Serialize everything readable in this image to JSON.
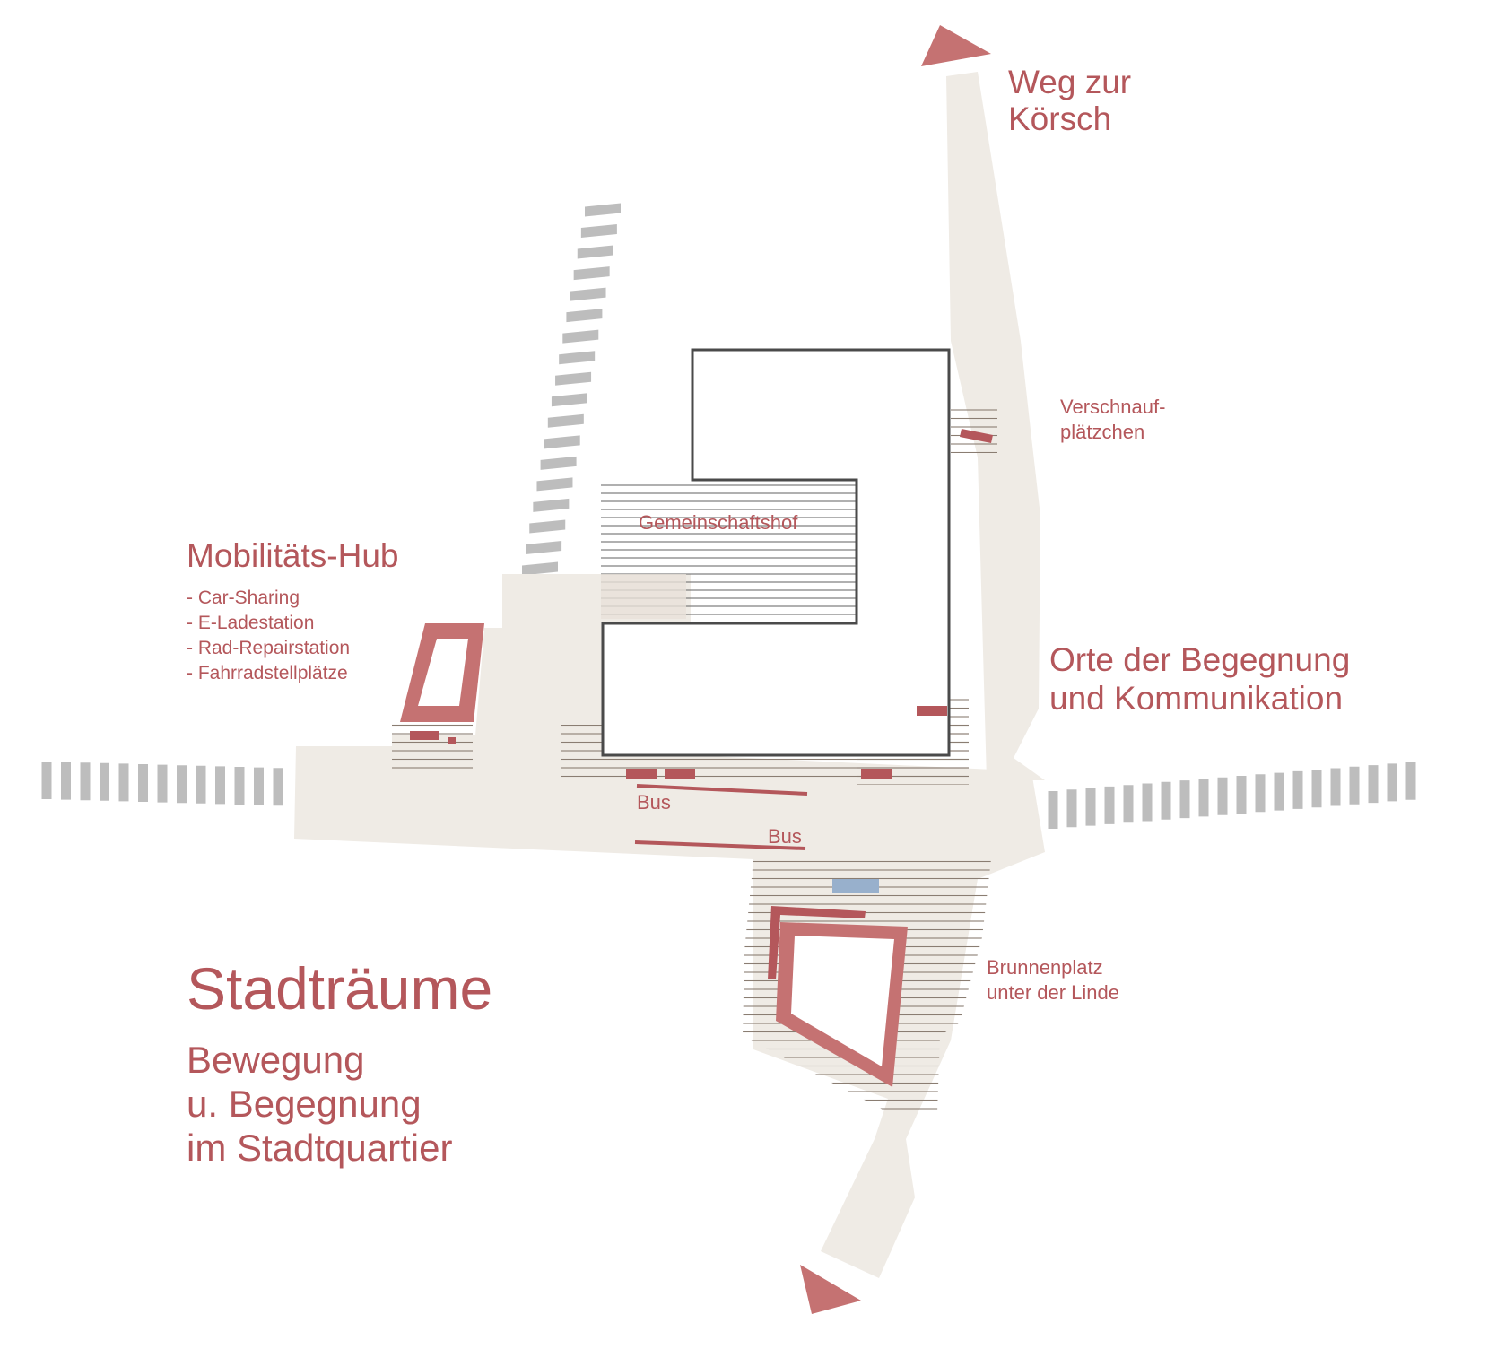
{
  "colors": {
    "paving": "#efebe5",
    "accent": "#c57272",
    "accent_dark": "#b4575b",
    "rail": "#bdbdbd",
    "building": "#4a4a4a",
    "hatch": "#8a7d72",
    "water": "#98b0cc"
  },
  "labels": {
    "weg_line1": "Weg zur",
    "weg_line2": "Körsch",
    "verschnauf_line1": "Verschnauf-",
    "verschnauf_line2": "plätzchen",
    "gemeinschaftshof": "Gemeinschaftshof",
    "mobility_title": "Mobilitäts-Hub",
    "mobility_items": [
      "- Car-Sharing",
      "- E-Ladestation",
      "- Rad-Repairstation",
      "- Fahrradstellplätze"
    ],
    "orte_line1": "Orte der Begegnung",
    "orte_line2": "und Kommunikation",
    "bus_1": "Bus",
    "bus_2": "Bus",
    "brunnen_line1": "Brunnenplatz",
    "brunnen_line2": "unter der Linde",
    "main_title": "Stadträume",
    "subtitle_line1": "Bewegung",
    "subtitle_line2": "u. Begegnung",
    "subtitle_line3": "im Stadtquartier"
  }
}
